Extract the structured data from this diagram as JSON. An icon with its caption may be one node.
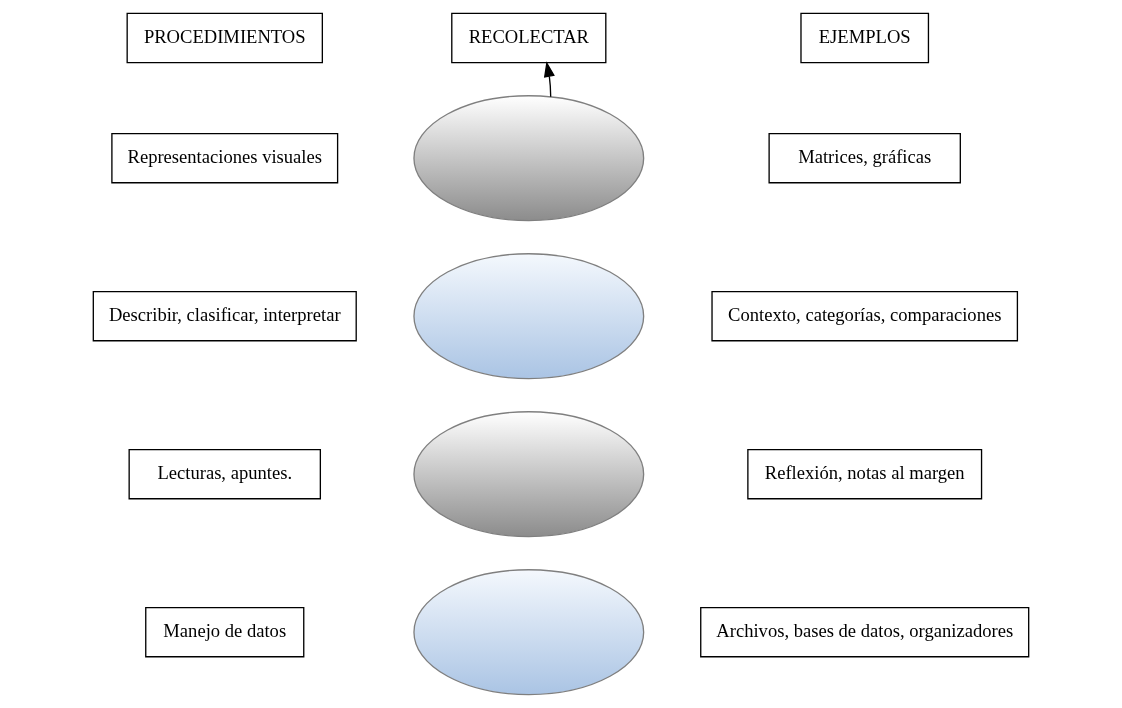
{
  "diagram": {
    "nodes": [
      {
        "text": [
          "PROCEDIMIENTOS"
        ]
      },
      {
        "text": [
          "RECOLECTAR"
        ]
      },
      {
        "text": [
          "EJEMPLOS"
        ]
      },
      {
        "text": [
          "Representaciones visuales"
        ]
      },
      {
        "text": [],
        "shape": "ellipse"
      },
      {
        "text": [
          "Matrices, gráficas"
        ]
      },
      {
        "text": [
          "Describir, clasificar, interpretar"
        ]
      },
      {
        "text": [],
        "shape": "ellipse"
      },
      {
        "text": [
          "Contexto, categorías, comparaciones"
        ]
      },
      {
        "text": [
          "Lecturas, apuntes."
        ]
      },
      {
        "text": [],
        "shape": "ellipse"
      },
      {
        "text": [
          "Reflexión, notas al margen"
        ]
      },
      {
        "text": [
          "Manejo de datos"
        ]
      },
      {
        "text": [],
        "shape": "ellipse"
      },
      {
        "text": [
          "Archivos, bases de datos, organizadores"
        ]
      }
    ],
    "edges": [
      {
        "from": 4,
        "to": 1,
        "arrow": "to"
      }
    ]
  }
}
